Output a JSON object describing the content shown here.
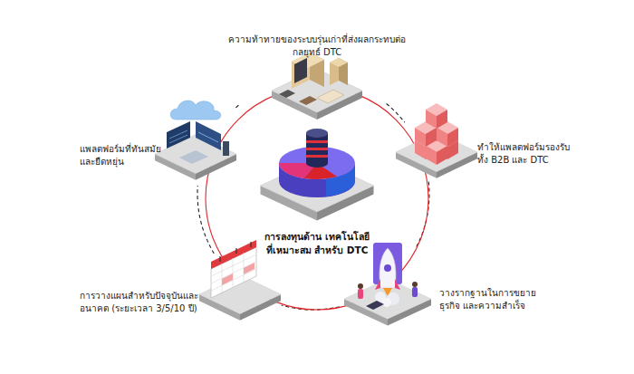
{
  "diagram": {
    "nodes": [
      {
        "text": [
          "ความท้าทายของระบบรุ่นเก่าที่ส่งผลกระทบต่อ กลยุทธ์ DTC"
        ]
      },
      {
        "text": [
          "ทำให้แพลตฟอร์มรองรับทั้ง B2B และ DTC"
        ]
      },
      {
        "text": [
          "วางรากฐานในการขยายธุรกิจ และความสำเร็จ"
        ]
      },
      {
        "text": [
          "การวางแผนสำหรับปัจจุบันและ อนาคต (ระยะเวลา 3/5/10 ปี)"
        ]
      },
      {
        "text": [
          "แพลตฟอร์มที่ทันสมัย และยืดหยุ่น"
        ]
      },
      {
        "text": [
          "การลงทุนด้าน เทคโนโลยีที่เหมาะสม สำหรับ DTC"
        ]
      }
    ],
    "edges": [
      {
        "from": 0,
        "to": 1,
        "arrow": "none"
      },
      {
        "from": 1,
        "to": 2,
        "arrow": "none"
      },
      {
        "from": 2,
        "to": 3,
        "arrow": "none"
      },
      {
        "from": 3,
        "to": 4,
        "arrow": "none"
      },
      {
        "from": 4,
        "to": 0,
        "arrow": "none"
      }
    ]
  }
}
